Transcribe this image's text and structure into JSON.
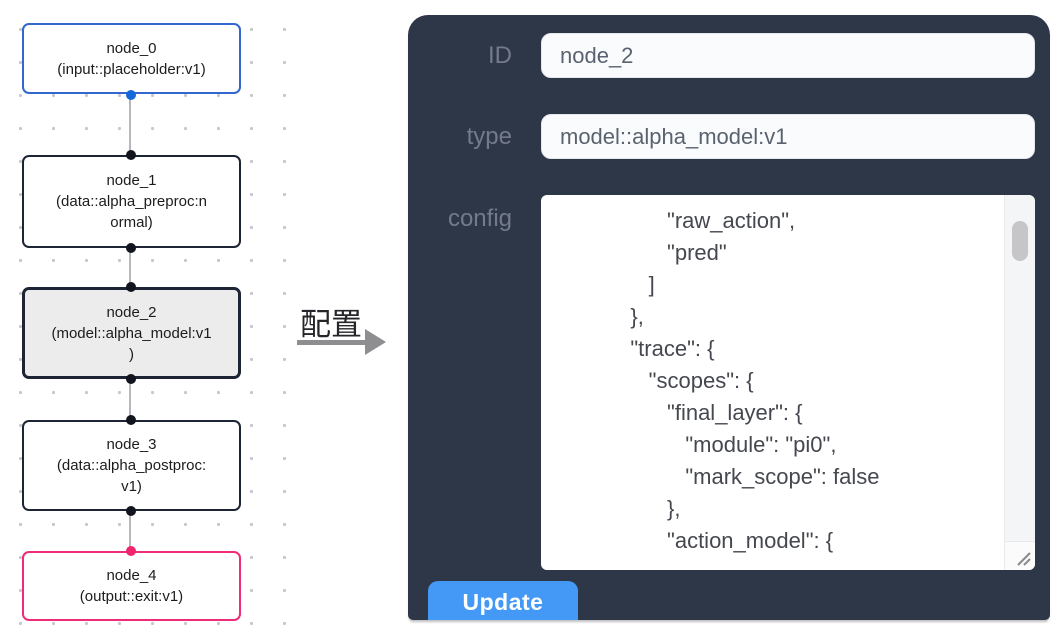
{
  "canvas": {
    "nodes": [
      {
        "id": "node_0",
        "label": "node_0",
        "sublabel": "(input::placeholder:v1)"
      },
      {
        "id": "node_1",
        "label": "node_1",
        "sublabel": "(data::alpha_preproc:n\normal)"
      },
      {
        "id": "node_2",
        "label": "node_2",
        "sublabel": "(model::alpha_model:v1\n)"
      },
      {
        "id": "node_3",
        "label": "node_3",
        "sublabel": "(data::alpha_postproc:\nv1)"
      },
      {
        "id": "node_4",
        "label": "node_4",
        "sublabel": "(output::exit:v1)"
      }
    ]
  },
  "annotation": {
    "label": "配置"
  },
  "panel": {
    "fields": [
      {
        "label": "ID",
        "value": "node_2"
      },
      {
        "label": "type",
        "value": "model::alpha_model:v1"
      }
    ],
    "config_label": "config",
    "config_lines": [
      "                  \"raw_action\",",
      "                  \"pred\"",
      "               ]",
      "            },",
      "            \"trace\": {",
      "               \"scopes\": {",
      "                  \"final_layer\": {",
      "                     \"module\": \"pi0\",",
      "                     \"mark_scope\": false",
      "                  },",
      "                  \"action_model\": {"
    ],
    "update_label": "Update"
  },
  "colors": {
    "panel_bg": "#2d3748",
    "button_blue": "#4499f7",
    "node_input_border": "#3366cf",
    "node_output_border": "#ee2c78",
    "selected_node_fill": "#ececec",
    "handle_blue": "#1667d9",
    "handle_pink": "#f1256d",
    "handle_dark": "#12151e"
  }
}
